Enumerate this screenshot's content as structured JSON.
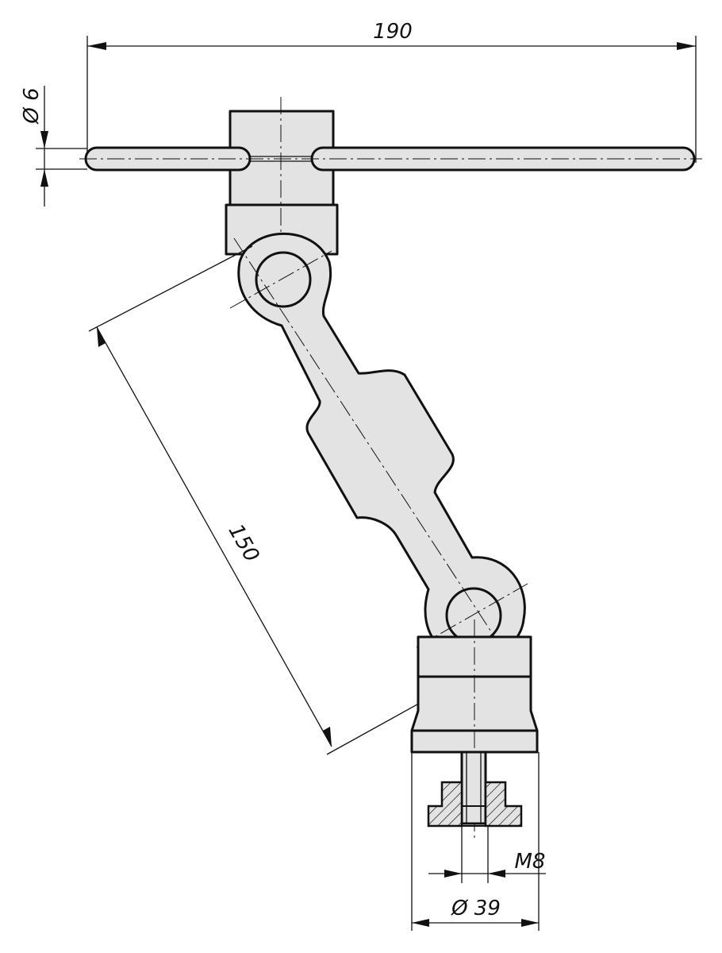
{
  "dimensions": {
    "overall_width": "190",
    "rod_diameter": "Ø 6",
    "arm_length": "150",
    "thread": "M8",
    "base_diameter": "Ø 39"
  }
}
